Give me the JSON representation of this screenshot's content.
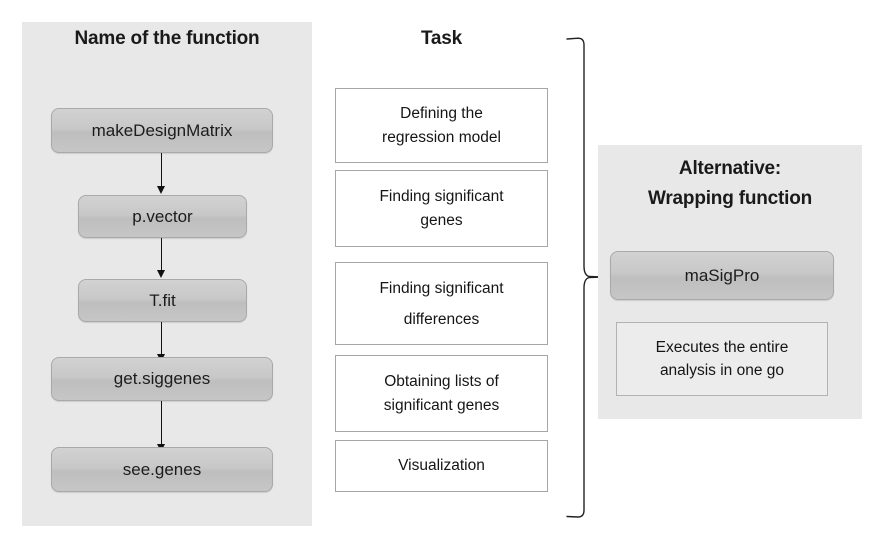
{
  "columns": {
    "functions": {
      "title": "Name of the function",
      "items": [
        {
          "label": "makeDesignMatrix"
        },
        {
          "label": "p.vector"
        },
        {
          "label": "T.fit"
        },
        {
          "label": "get.siggenes"
        },
        {
          "label": "see.genes"
        }
      ]
    },
    "tasks": {
      "title": "Task",
      "items": [
        {
          "line1": "Defining the",
          "line2": "regression model"
        },
        {
          "line1": "Finding significant",
          "line2": "genes"
        },
        {
          "line1": "Finding significant",
          "line2": "differences"
        },
        {
          "line1": "Obtaining lists of",
          "line2": "significant genes"
        },
        {
          "line1": "Visualization",
          "line2": ""
        }
      ]
    },
    "alternative": {
      "title_line1": "Alternative:",
      "title_line2": "Wrapping function",
      "function": {
        "label": "maSigPro"
      },
      "note": {
        "line1": "Executes the entire",
        "line2": "analysis in one go"
      }
    }
  },
  "colors": {
    "panel_background": "#e8e8e8",
    "function_box_fill": "#c8c8c8",
    "function_box_border": "#a9a9a9",
    "task_box_fill": "#ffffff",
    "task_box_border": "#a6a6a6",
    "note_box_fill": "#ececec",
    "arrow": "#111111",
    "bracket": "#222222",
    "text": "#151515"
  }
}
